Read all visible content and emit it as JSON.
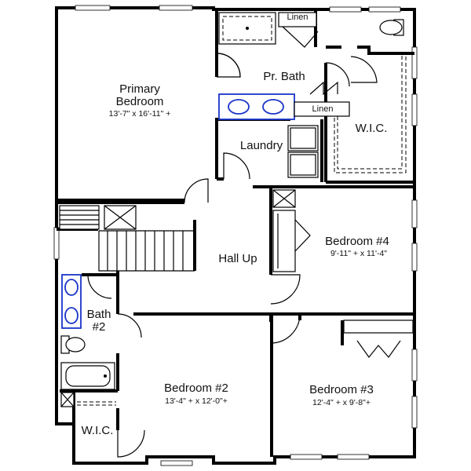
{
  "rooms": {
    "primary_bedroom": {
      "name": "Primary\nBedroom",
      "dims": "13'-7\" x 16'-11\" +"
    },
    "pr_bath": {
      "name": "Pr. Bath"
    },
    "linen_top": {
      "name": "Linen"
    },
    "linen_mid": {
      "name": "Linen"
    },
    "wic_right": {
      "name": "W.I.C."
    },
    "laundry": {
      "name": "Laundry"
    },
    "bedroom4": {
      "name": "Bedroom #4",
      "dims": "9'-11\" + x 11'-4\""
    },
    "hall_up": {
      "name": "Hall Up"
    },
    "bath2": {
      "name": "Bath\n#2"
    },
    "bedroom2": {
      "name": "Bedroom #2",
      "dims": "13'-4\" + x 12'-0\"+"
    },
    "bedroom3": {
      "name": "Bedroom #3",
      "dims": "12'-4\" + x 9'-8\"+"
    },
    "wic_left": {
      "name": "W.I.C."
    }
  },
  "colors": {
    "walls": "#000000",
    "fixtures_accent": "#1a35c8",
    "background": "#ffffff"
  }
}
